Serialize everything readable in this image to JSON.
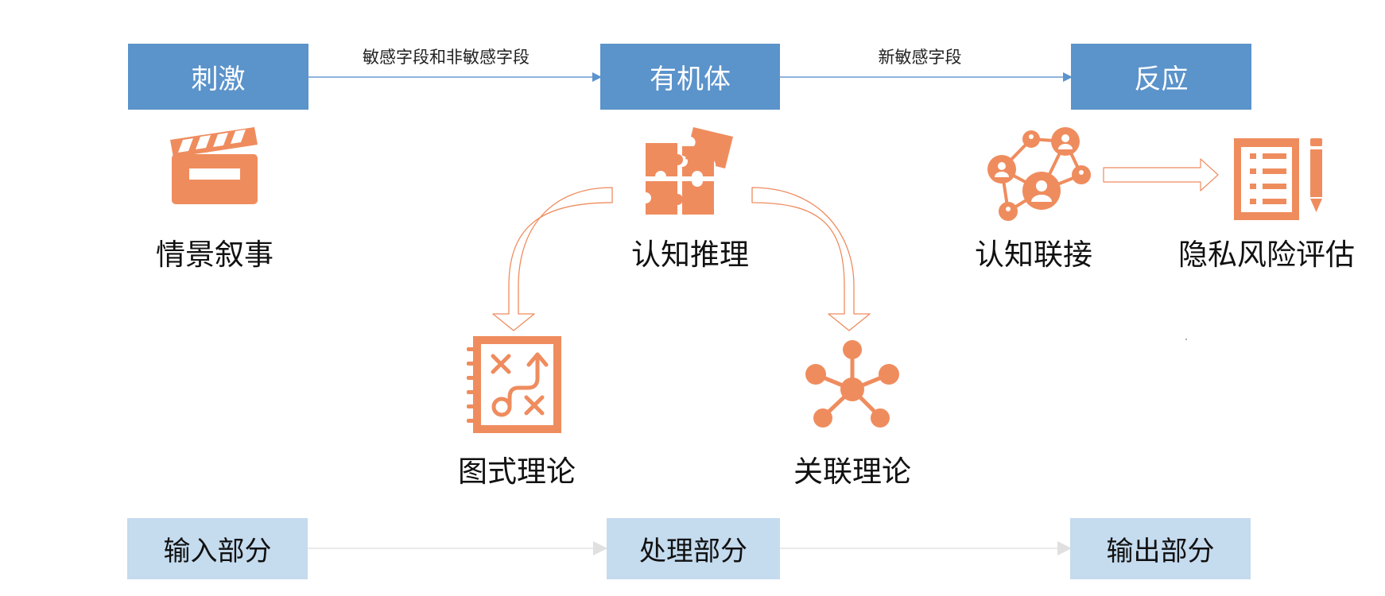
{
  "stages": {
    "stimulus": "刺激",
    "organism": "有机体",
    "response": "反应"
  },
  "edges": {
    "stimulus_to_organism": "敏感字段和非敏感字段",
    "organism_to_response": "新敏感字段"
  },
  "nodes": {
    "scenario_narrative": "情景叙事",
    "cognitive_reasoning": "认知推理",
    "schema_theory": "图式理论",
    "relevance_theory": "关联理论",
    "cognitive_linking": "认知联接",
    "privacy_risk_assessment": "隐私风险评估"
  },
  "parts": {
    "input": "输入部分",
    "processing": "处理部分",
    "output": "输出部分"
  },
  "colors": {
    "top_box": "#5b93cb",
    "bottom_box": "#c5dbee",
    "icon": "#ef8c5e",
    "top_arrow": "#6b9bd0",
    "bottom_arrow": "#d9d9d9"
  }
}
